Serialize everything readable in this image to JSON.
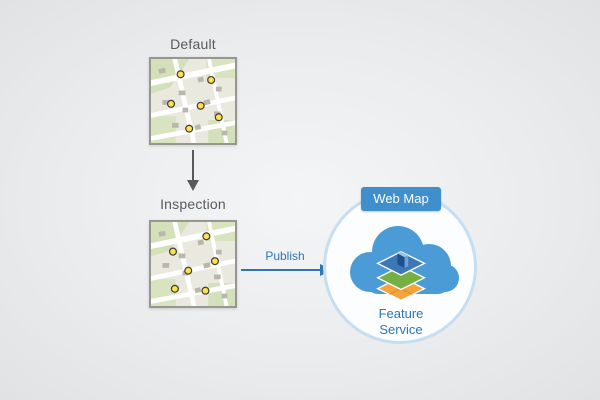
{
  "diagram": {
    "default_map": {
      "label": "Default"
    },
    "inspection_map": {
      "label": "Inspection"
    },
    "publish_arrow": {
      "label": "Publish"
    },
    "web_map_badge": {
      "label": "Web Map"
    },
    "feature_service": {
      "label": "Feature Service"
    }
  },
  "colors": {
    "accent_blue": "#2e76b5",
    "badge_blue": "#3f8fcd",
    "cloud_blue": "#4b9cd6",
    "circle_stroke": "#c5def1",
    "label_gray": "#5a5b5d",
    "marker_yellow": "#ffe14d",
    "layer_green": "#76b043",
    "layer_orange": "#f5a33c",
    "layer_blue": "#3e77b5"
  }
}
